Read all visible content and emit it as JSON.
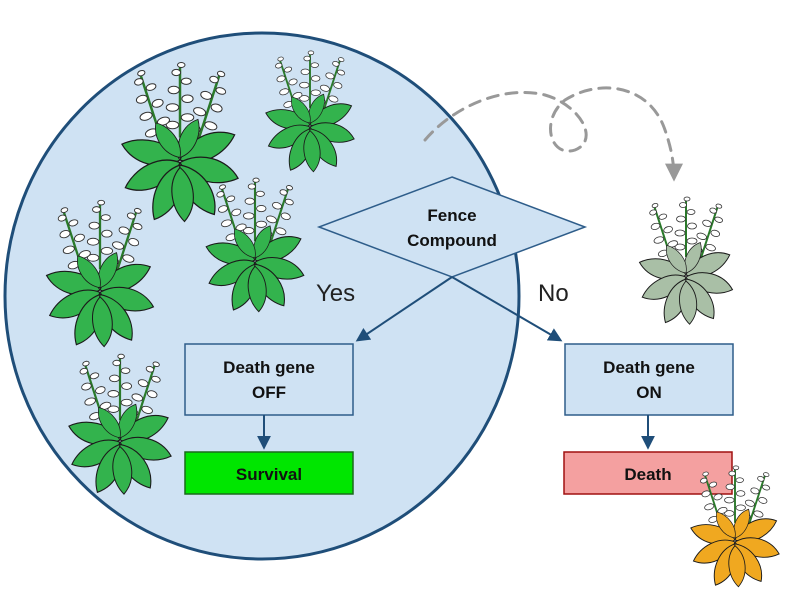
{
  "decision": {
    "line1": "Fence",
    "line2": "Compound"
  },
  "branches": {
    "yes": "Yes",
    "no": "No"
  },
  "gene_off": {
    "line1": "Death gene",
    "line2": "OFF"
  },
  "gene_on": {
    "line1": "Death gene",
    "line2": "ON"
  },
  "outcomes": {
    "survival": "Survival",
    "death": "Death"
  },
  "colors": {
    "zone_fill": "#cfe2f3",
    "zone_stroke": "#1f4e79",
    "box_fill": "#cfe2f3",
    "box_stroke": "#2e5d8a",
    "survival_fill": "#00e600",
    "survival_stroke": "#1a6b1a",
    "death_fill": "#f4a0a0",
    "death_stroke": "#a01010",
    "plant_green": "#33b34d",
    "plant_gray": "#a9bfa6",
    "plant_orange": "#f0a820",
    "arrow": "#1f4e79",
    "dashed_path": "#999999"
  },
  "icons": [
    "flowering-plant-icon",
    "wilting-plant-icon",
    "dead-plant-icon"
  ]
}
